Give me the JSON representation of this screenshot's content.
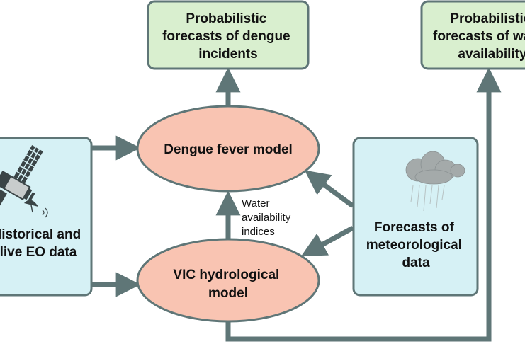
{
  "colors": {
    "stroke": "#5f7677",
    "output_box_fill": "#d9efcf",
    "input_box_fill": "#d6f1f5",
    "model_fill": "#f9c4b2",
    "text": "#111111"
  },
  "nodes": {
    "dengue_output": {
      "lines": [
        "Probabilistic",
        "forecasts of dengue",
        "incidents"
      ]
    },
    "water_output": {
      "lines": [
        "Probabilistic",
        "forecasts of water",
        "availability"
      ]
    },
    "eo_input": {
      "lines": [
        "Historical and",
        "live EO data"
      ],
      "icon": "satellite-icon"
    },
    "meteo_input": {
      "lines": [
        "Forecasts of",
        "meteorological",
        "data"
      ],
      "icon": "rain-cloud-icon"
    },
    "dengue_model": {
      "lines": [
        "Dengue fever model"
      ]
    },
    "vic_model": {
      "lines": [
        "VIC hydrological",
        "model"
      ]
    }
  },
  "edges": {
    "vic_to_dengue_label": [
      "Water",
      "availability",
      "indices"
    ]
  }
}
